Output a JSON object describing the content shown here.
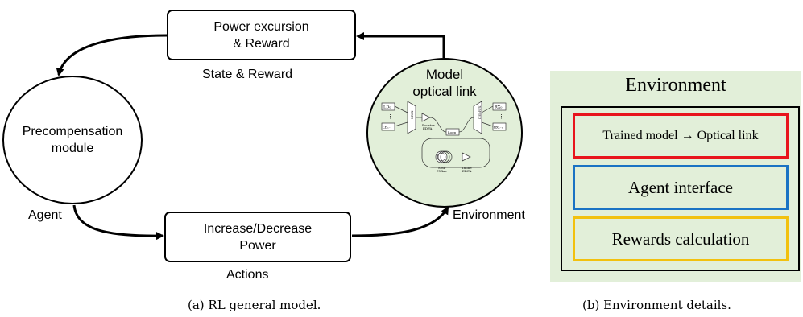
{
  "diagram_a": {
    "power_box": [
      "Power excursion",
      "& Reward"
    ],
    "state_reward": "State & Reward",
    "agent_circle": [
      "Precompensation",
      "module"
    ],
    "agent_label": "Agent",
    "model_circle": [
      "Model",
      "optical link"
    ],
    "environment_label": "Environment",
    "actions_box": [
      "Increase/Decrease",
      "Power"
    ],
    "actions_label": "Actions",
    "link": {
      "ld_top": "LD₀",
      "ld_bottom": "LDₙ₋₁",
      "mux": "MUX",
      "booster": [
        "Booster",
        "EDFA"
      ],
      "demux": "DEMUX",
      "rx_top": "RX₀",
      "rx_bottom": "RXₙ₋₁",
      "loop": "Loop",
      "smf": [
        "SMF",
        "75 km"
      ],
      "inline": [
        "Inline",
        "EDFA"
      ]
    },
    "caption": "(a) RL general model."
  },
  "diagram_b": {
    "title": "Environment",
    "trained": "Trained model → Optical link",
    "agent_interface": "Agent interface",
    "rewards": "Rewards calculation",
    "caption": "(b) Environment details.",
    "colors": {
      "panel": "#e2efd9",
      "trained_border": "#e8141c",
      "agent_border": "#1a73c4",
      "rewards_border": "#f2c10f"
    }
  }
}
